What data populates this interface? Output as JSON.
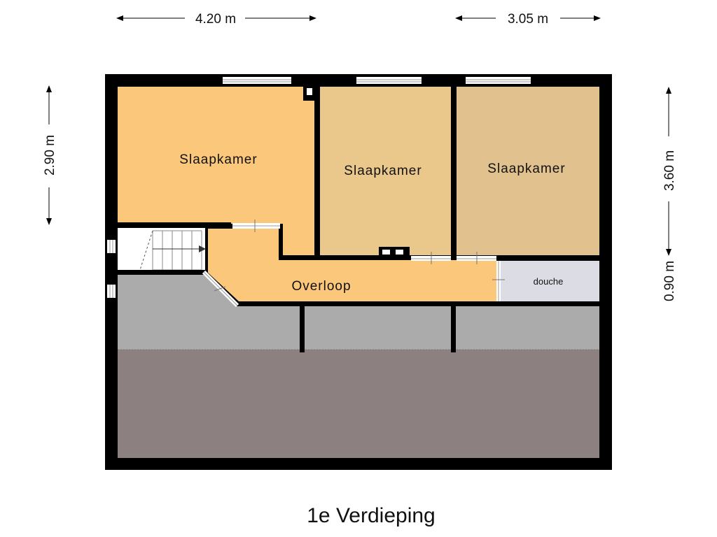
{
  "floor": {
    "title": "1e Verdieping"
  },
  "rooms": {
    "bedroom_1": "Slaapkamer",
    "bedroom_2": "Slaapkamer",
    "bedroom_3": "Slaapkamer",
    "landing": "Overloop",
    "shower": "douche"
  },
  "dimensions": {
    "top_left": "4.20 m",
    "top_right": "3.05 m",
    "left": "2.90 m",
    "right_upper": "3.60 m",
    "right_lower": "0.90 m"
  },
  "colors": {
    "wall": "#000000",
    "bedroom_1": "#fbc77a",
    "bedroom_2": "#eac78a",
    "bedroom_3": "#e1c28e",
    "landing": "#fbc77a",
    "shower": "#dcdce4",
    "attic_low": "#ababab",
    "attic_floor": "#8c8080"
  }
}
